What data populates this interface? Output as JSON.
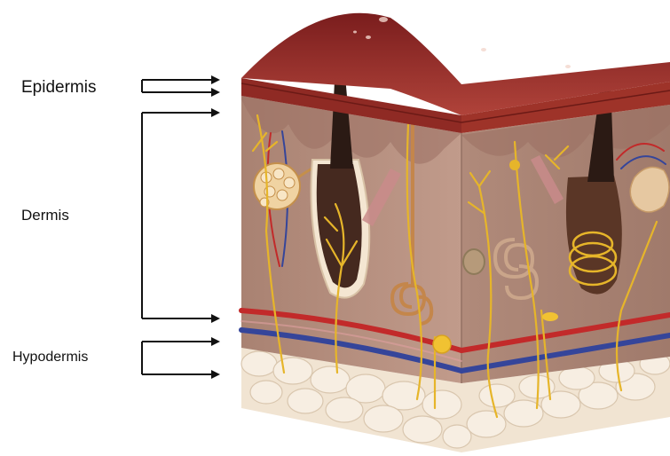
{
  "labels": {
    "epidermis": "Epidermis",
    "dermis": "Dermis",
    "hypodermis": "Hypodermis"
  },
  "colors": {
    "epidermis": "#8f2a24",
    "epidermis_top": "#a83c33",
    "dermis": "#b0897a",
    "dermis_side": "#9b7566",
    "hair": "#3d241b",
    "nerve": "#e6b52a",
    "artery": "#c22a2a",
    "vein": "#35459a",
    "fat": "#f3e7d6",
    "arrow": "#111111"
  },
  "icons": [
    "skin-block-illustration",
    "arrow-right-icon"
  ]
}
